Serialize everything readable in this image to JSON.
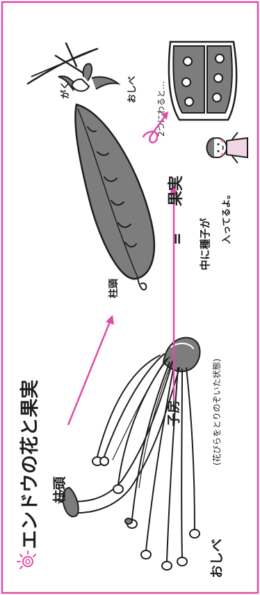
{
  "title": "エンドウの花と果実",
  "labels": {
    "stigma_flower": "柱頭",
    "stigma_pod": "柱頭",
    "ovary": "子房",
    "ovary_sub": "(花びらをとりのぞいた状態)",
    "stamen_flower": "おしべ",
    "stamen_pod": "おしべ",
    "sepal": "がく",
    "fruit": "果実",
    "equals": "=",
    "split": "2つにわると…",
    "seeds": "中に種子が入ってるよ。"
  },
  "colors": {
    "frame": "#e24aa6",
    "accent": "#e24aa6",
    "ink": "#1e1e1e",
    "pod_fill": "#7d7d7d",
    "paper": "#ffffff"
  },
  "icons": {
    "sun": "sun-icon",
    "kid": "child-figure"
  }
}
